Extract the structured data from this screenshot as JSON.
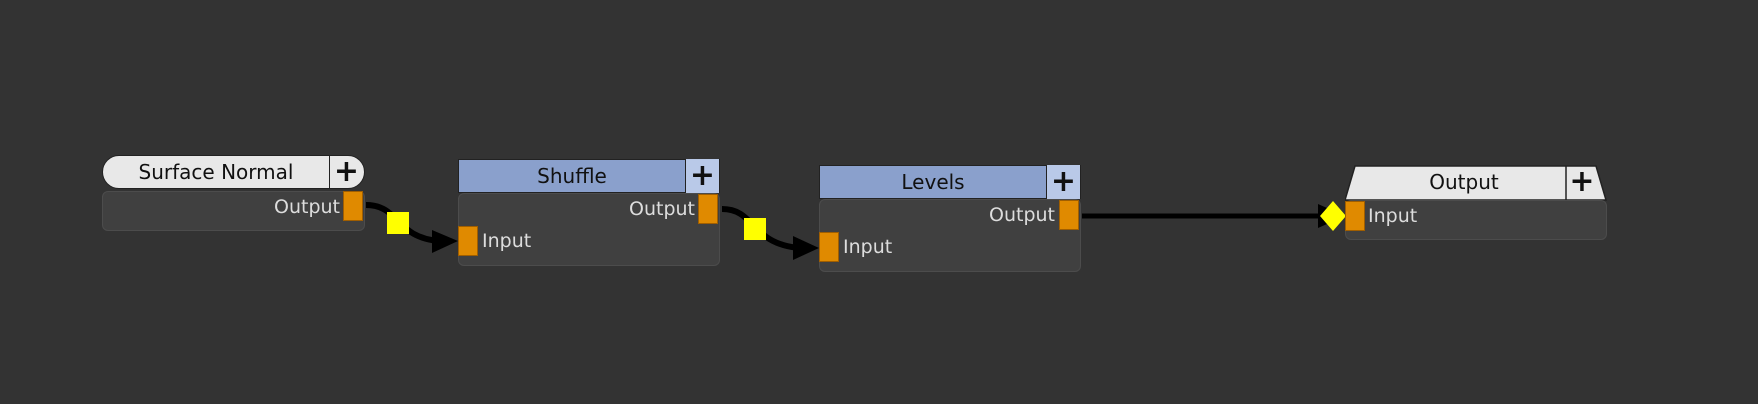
{
  "graph": {
    "nodes": [
      {
        "id": "surface_normal",
        "title": "Surface Normal",
        "header_color": "#e8e8e8",
        "header_shape": "rounded",
        "add_button": "+",
        "ports": {
          "output": "Output"
        }
      },
      {
        "id": "shuffle",
        "title": "Shuffle",
        "header_color": "#8aa0cc",
        "header_shape": "rectangle",
        "add_button": "+",
        "ports": {
          "output": "Output",
          "input": "Input"
        }
      },
      {
        "id": "levels",
        "title": "Levels",
        "header_color": "#8aa0cc",
        "header_shape": "rectangle",
        "add_button": "+",
        "ports": {
          "output": "Output",
          "input": "Input"
        }
      },
      {
        "id": "output",
        "title": "Output",
        "header_color": "#e8e8e8",
        "header_shape": "trapezoid",
        "add_button": "+",
        "ports": {
          "input": "Input"
        }
      }
    ],
    "connections": [
      {
        "from": "surface_normal.output",
        "to": "shuffle.input",
        "marker": "square"
      },
      {
        "from": "shuffle.output",
        "to": "levels.input",
        "marker": "square"
      },
      {
        "from": "levels.output",
        "to": "output.input",
        "marker": "diamond"
      }
    ]
  },
  "colors": {
    "background": "#333333",
    "node_body": "#404040",
    "port": "#e08a00",
    "wire": "#000000",
    "wire_marker": "#ffff00"
  }
}
